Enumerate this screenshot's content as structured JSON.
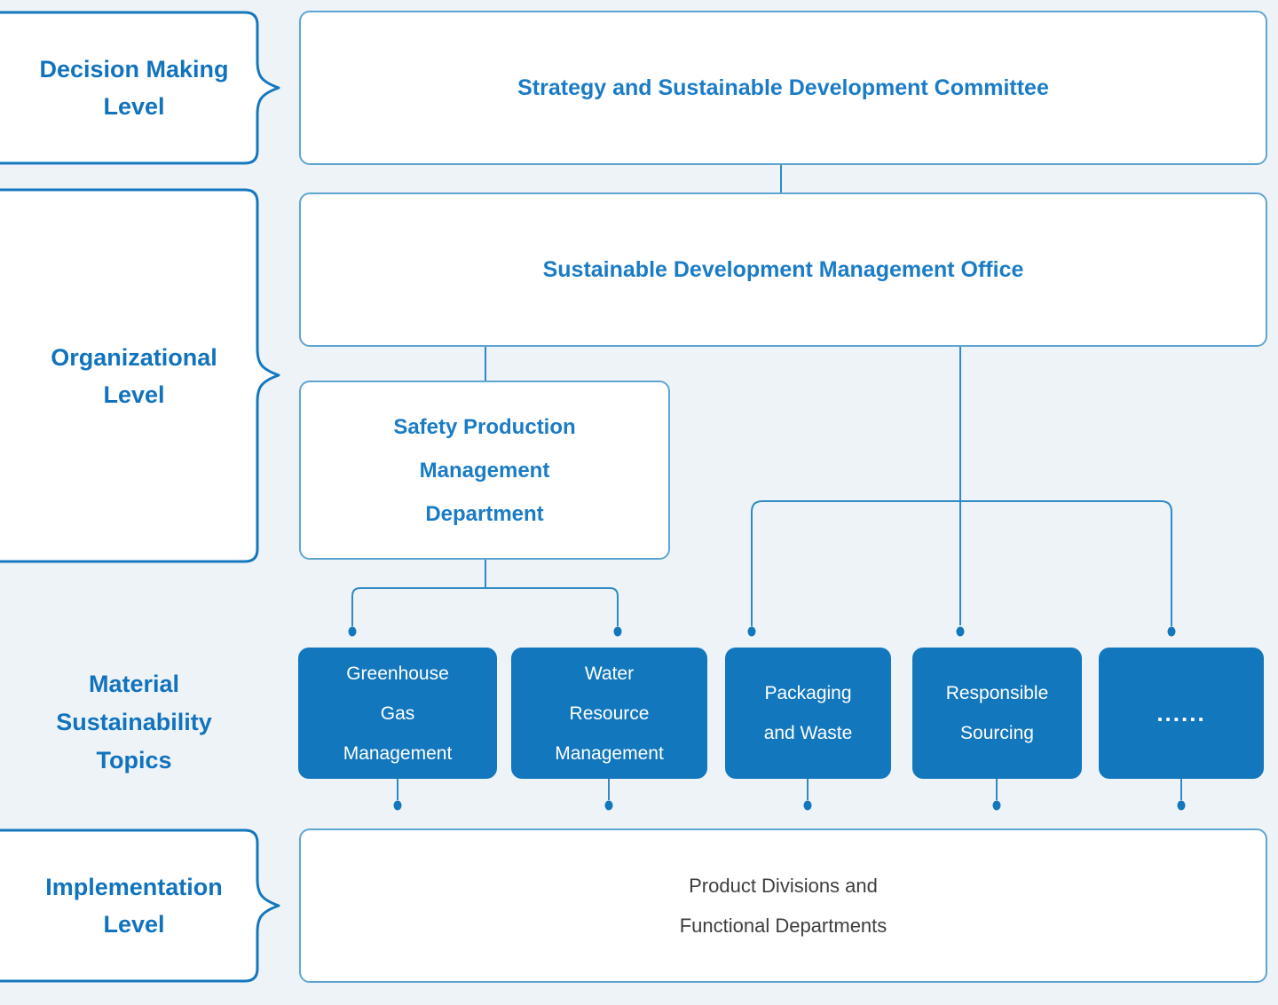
{
  "colors": {
    "background": "#eef3f8",
    "accent_fill": "#1377bd",
    "label_text": "#1273bd",
    "node_text": "#1b7cc6",
    "body_text": "#3e3e3e",
    "box_border": "#5fa5d2",
    "brace_border": "#1577be",
    "connector_line": "#2f8ac5"
  },
  "levels": {
    "decision": {
      "lines": [
        "Decision Making",
        "Level"
      ]
    },
    "organizational": {
      "lines": [
        "Organizational",
        "Level"
      ]
    },
    "material": {
      "lines": [
        "Material",
        "Sustainability",
        "Topics"
      ]
    },
    "implementation": {
      "lines": [
        "Implementation",
        "Level"
      ]
    }
  },
  "nodes": {
    "committee": {
      "label": "Strategy and Sustainable Development Committee"
    },
    "office": {
      "label": "Sustainable Development Management Office"
    },
    "safety": {
      "lines": [
        "Safety Production",
        "Management",
        "Department"
      ]
    },
    "implementation_unit": {
      "lines": [
        "Product Divisions and",
        "Functional Departments"
      ]
    }
  },
  "topics": [
    {
      "lines": [
        "Greenhouse",
        "Gas",
        "Management"
      ]
    },
    {
      "lines": [
        "Water",
        "Resource",
        "Management"
      ]
    },
    {
      "lines": [
        "Packaging",
        "and Waste"
      ]
    },
    {
      "lines": [
        "Responsible",
        "Sourcing"
      ]
    },
    {
      "lines": [
        "......"
      ]
    }
  ]
}
